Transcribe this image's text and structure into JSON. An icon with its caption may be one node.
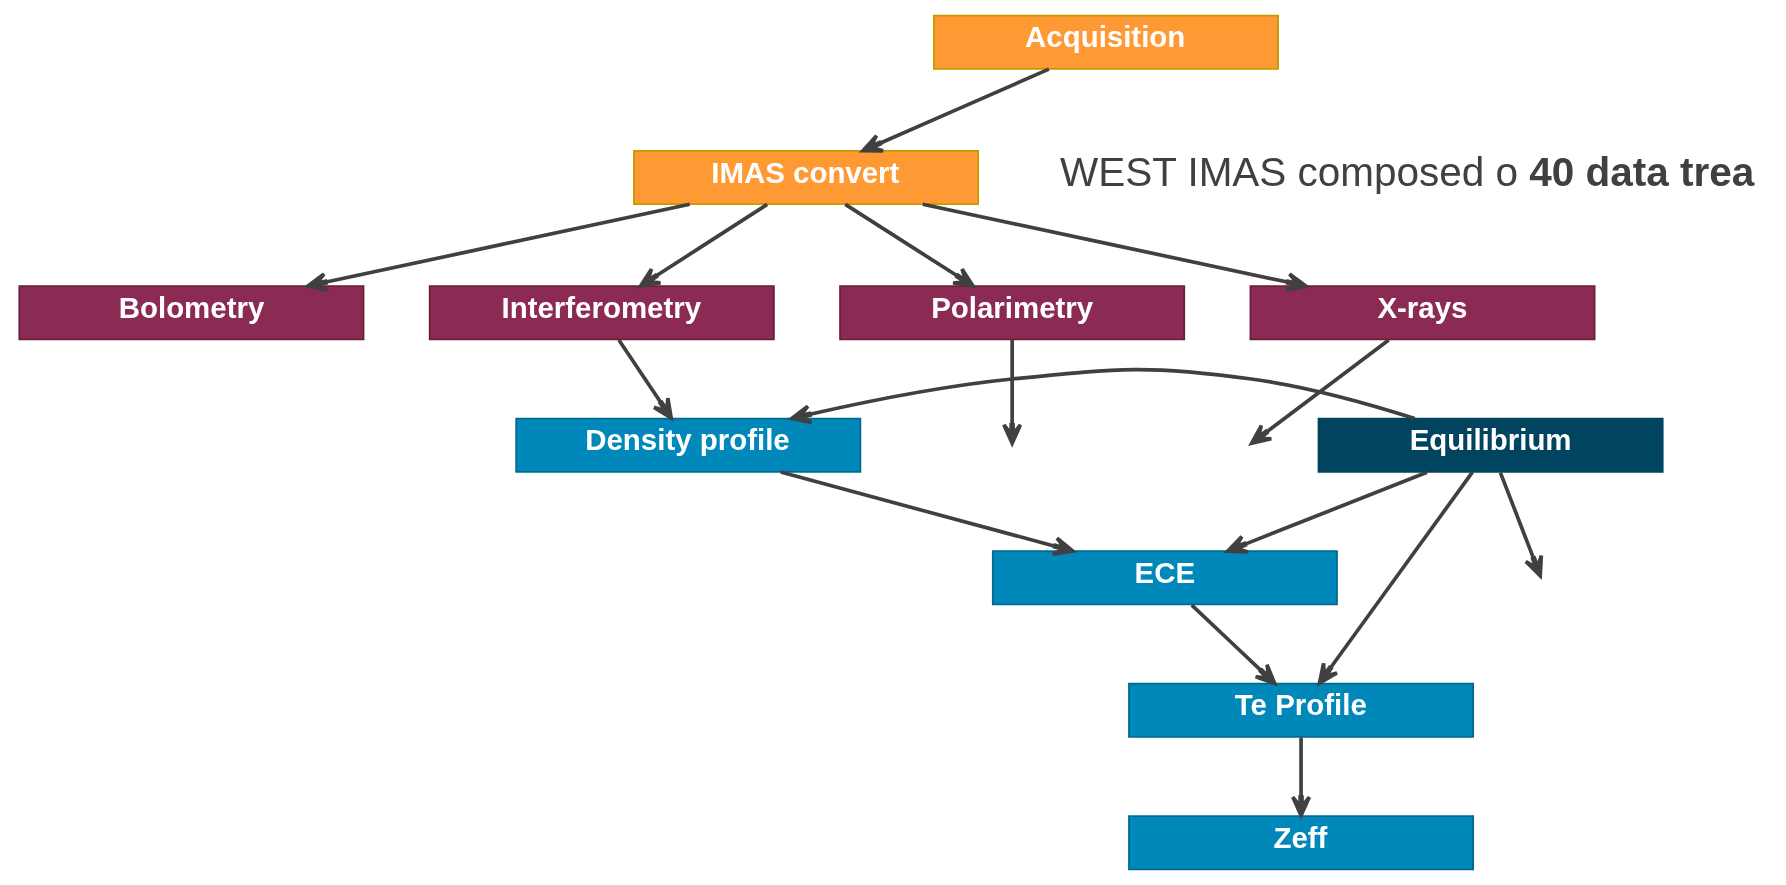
{
  "diagram": {
    "nodes": [
      {
        "text": [
          "Acquisition"
        ]
      },
      {
        "text": [
          "IMAS convert"
        ]
      },
      {
        "text": [
          "Bolometry"
        ]
      },
      {
        "text": [
          "Interferometry"
        ]
      },
      {
        "text": [
          "Polarimetry"
        ]
      },
      {
        "text": [
          "X-rays"
        ]
      },
      {
        "text": [
          "Equilibrium"
        ]
      },
      {
        "text": [
          "Density profile"
        ]
      },
      {
        "text": [
          "ECE"
        ]
      },
      {
        "text": [
          "Te Profile"
        ]
      },
      {
        "text": [
          "Zeff"
        ]
      }
    ],
    "edges": [
      {
        "from": 0,
        "to": 1,
        "arrow": "to"
      },
      {
        "from": 1,
        "to": 2,
        "arrow": "to"
      },
      {
        "from": 1,
        "to": 3,
        "arrow": "to"
      },
      {
        "from": 1,
        "to": 4,
        "arrow": "to"
      },
      {
        "from": 1,
        "to": 5,
        "arrow": "to"
      },
      {
        "from": 3,
        "to": 7,
        "arrow": "to"
      },
      {
        "from": 6,
        "to": 7,
        "arrow": "to"
      },
      {
        "from": 7,
        "to": 8,
        "arrow": "to"
      },
      {
        "from": 6,
        "to": 8,
        "arrow": "to"
      },
      {
        "from": 8,
        "to": 9,
        "arrow": "to"
      },
      {
        "from": 6,
        "to": 9,
        "arrow": "to"
      },
      {
        "from": 9,
        "to": 10,
        "arrow": "to"
      },
      {
        "from": 6,
        "to": null,
        "arrow": "to"
      },
      {
        "from": 4,
        "to": null,
        "arrow": "to"
      },
      {
        "from": 5,
        "to": null,
        "arrow": "to"
      }
    ],
    "labels": [
      "WEST IMAS composed o **40 data trea**"
    ]
  }
}
